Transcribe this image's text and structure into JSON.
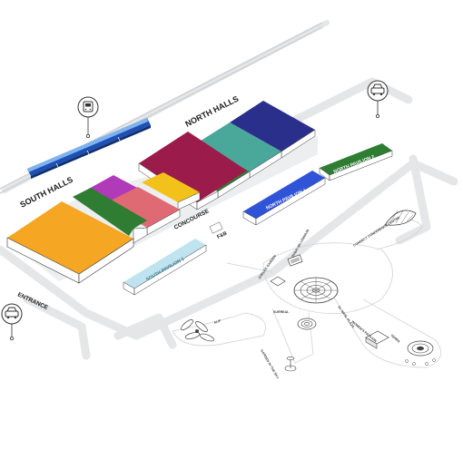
{
  "map": {
    "labels": {
      "north_halls": "NORTH HALLS",
      "south_halls": "SOUTH HALLS",
      "concourse": "CONCOURSE",
      "fnb": "F&B",
      "entrance": "ENTRANCE",
      "north_pavilion_1": "NORTH PAVILION 1",
      "north_pavilion_2": "NORTH PAVILION 2",
      "south_pavilion_1": "SOUTH PAVILION 1",
      "connect_conference_centre": "CONNECT CONFERENCE CENTRE",
      "dubai_millennium": "DUBAI MILLENNIUM",
      "jubilee_garden": "JUBILEE GARDEN",
      "surreal": "SURREAL",
      "al_wasl_plaza": "AL WASL PLAZA",
      "women_s_pavilion": "WOMEN'S PAVILION",
      "terra": "TERRA",
      "alif": "ALIF",
      "garden_in_the_sky": "GARDEN IN THE SKY"
    },
    "hall_colors": {
      "south_large": "#f5a623",
      "south_green": "#2e7d32",
      "south_magenta": "#b03ab8",
      "south_salmon": "#e06a73",
      "south_yellow": "#f2c21b",
      "north_maroon": "#9b1c4a",
      "north_green": "#2e7d32",
      "north_teal": "#4aa89a",
      "north_navy": "#2a2f8c",
      "pavilion_blue": "#2f54d8",
      "pavilion_green": "#2e7d32",
      "pavilion_light": "#bfe3ef"
    },
    "icons": [
      "metro-icon",
      "car-icon",
      "car-icon"
    ]
  }
}
